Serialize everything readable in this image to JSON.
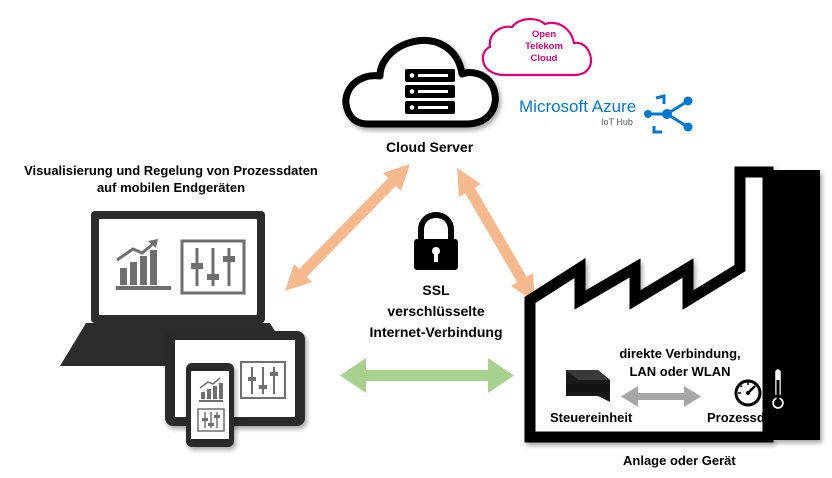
{
  "cloud": {
    "label": "Cloud Server",
    "provider_badge": [
      "Open",
      "Telekom",
      "Cloud"
    ],
    "azure_name": "Microsoft Azure",
    "azure_sub": "IoT Hub"
  },
  "devices": {
    "title_line1": "Visualisierung und Regelung von Prozessdaten",
    "title_line2": "auf mobilen Endgeräten"
  },
  "center": {
    "line1": "SSL",
    "line2": "verschlüsselte",
    "line3": "Internet-Verbindung"
  },
  "factory": {
    "conn_line1": "direkte Verbindung,",
    "conn_line2": "LAN oder WLAN",
    "control_unit": "Steuereinheit",
    "process_data": "Prozessdaten",
    "caption": "Anlage oder Gerät"
  },
  "colors": {
    "arrow_orange": "#f6b98e",
    "arrow_green": "#a9d18e",
    "arrow_grey": "#a6a6a6",
    "badge_magenta": "#e20074",
    "azure_blue": "#0078d4"
  }
}
